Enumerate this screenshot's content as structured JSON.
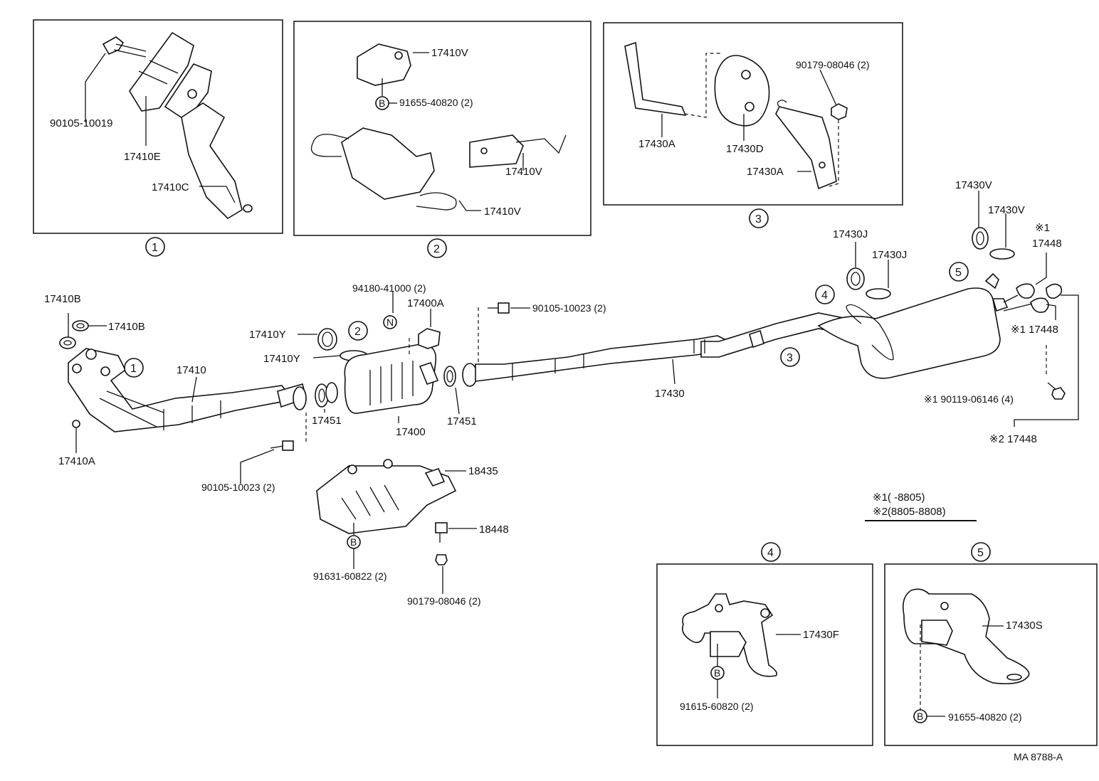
{
  "parts": {
    "p90105_10019": "90105-10019",
    "p17410E": "17410E",
    "p17410C": "17410C",
    "p17410V_a": "17410V",
    "p91655_40820_a": "91655-40820 (2)",
    "p17410V_b": "17410V",
    "p17410V_c": "17410V",
    "p90179_08046_a": "90179-08046 (2)",
    "p17430A_a": "17430A",
    "p17430D": "17430D",
    "p17430A_b": "17430A",
    "p17410B_a": "17410B",
    "p17410B_b": "17410B",
    "p17410A": "17410A",
    "p17410": "17410",
    "p17410Y_a": "17410Y",
    "p17410Y_b": "17410Y",
    "p94180_41000": "94180-41000 (2)",
    "p17400A": "17400A",
    "p90105_10023_a": "90105-10023 (2)",
    "p17451_a": "17451",
    "p17400": "17400",
    "p17451_b": "17451",
    "p90105_10023_b": "90105-10023 (2)",
    "p18435": "18435",
    "p18448": "18448",
    "p91631_60822": "91631-60822 (2)",
    "p90179_08046_b": "90179-08046 (2)",
    "p17430": "17430",
    "p17430J_a": "17430J",
    "p17430J_b": "17430J",
    "p17430V_a": "17430V",
    "p17430V_b": "17430V",
    "p17448_a": "※1\n17448",
    "p17448_a1": "※1",
    "p17448_a2": "17448",
    "p17448_b": "※1 17448",
    "p90119_06146": "※1 90119-06146 (4)",
    "p17448_c": "※2 17448",
    "p17430F": "17430F",
    "p91615_60820": "91615-60820 (2)",
    "p17430S": "17430S",
    "p91655_40820_b": "91655-40820 (2)"
  },
  "markers": {
    "c1": "1",
    "c2": "2",
    "c3": "3",
    "c4": "4",
    "c5": "5",
    "B": "B",
    "N": "N"
  },
  "notes": {
    "note1": "※1(     -8805)",
    "note2": "※2(8805-8808)",
    "code": "MA  8788-A"
  }
}
